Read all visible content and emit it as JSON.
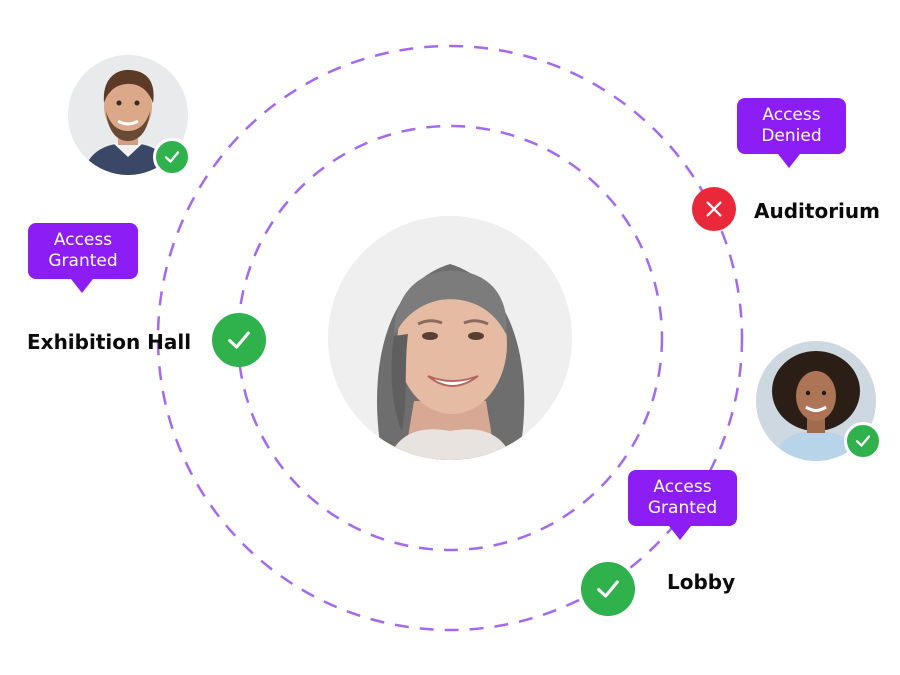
{
  "colors": {
    "orbit": "#a469f0",
    "bubble": "#8c1df5",
    "granted": "#2fb14c",
    "denied": "#e9293a",
    "label": "#0b0b0b"
  },
  "center_person": {
    "icon": "avatar-older-woman"
  },
  "verified_people": [
    {
      "icon": "avatar-man-beard",
      "status_icon": "check-icon"
    },
    {
      "icon": "avatar-woman-curly-hair",
      "status_icon": "check-icon"
    }
  ],
  "locations": [
    {
      "name": "Exhibition Hall",
      "status": "granted",
      "bubble": [
        "Access",
        "Granted"
      ],
      "status_icon": "check-icon"
    },
    {
      "name": "Auditorium",
      "status": "denied",
      "bubble": [
        "Access",
        "Denied"
      ],
      "status_icon": "close-icon"
    },
    {
      "name": "Lobby",
      "status": "granted",
      "bubble": [
        "Access",
        "Granted"
      ],
      "status_icon": "check-icon"
    }
  ]
}
